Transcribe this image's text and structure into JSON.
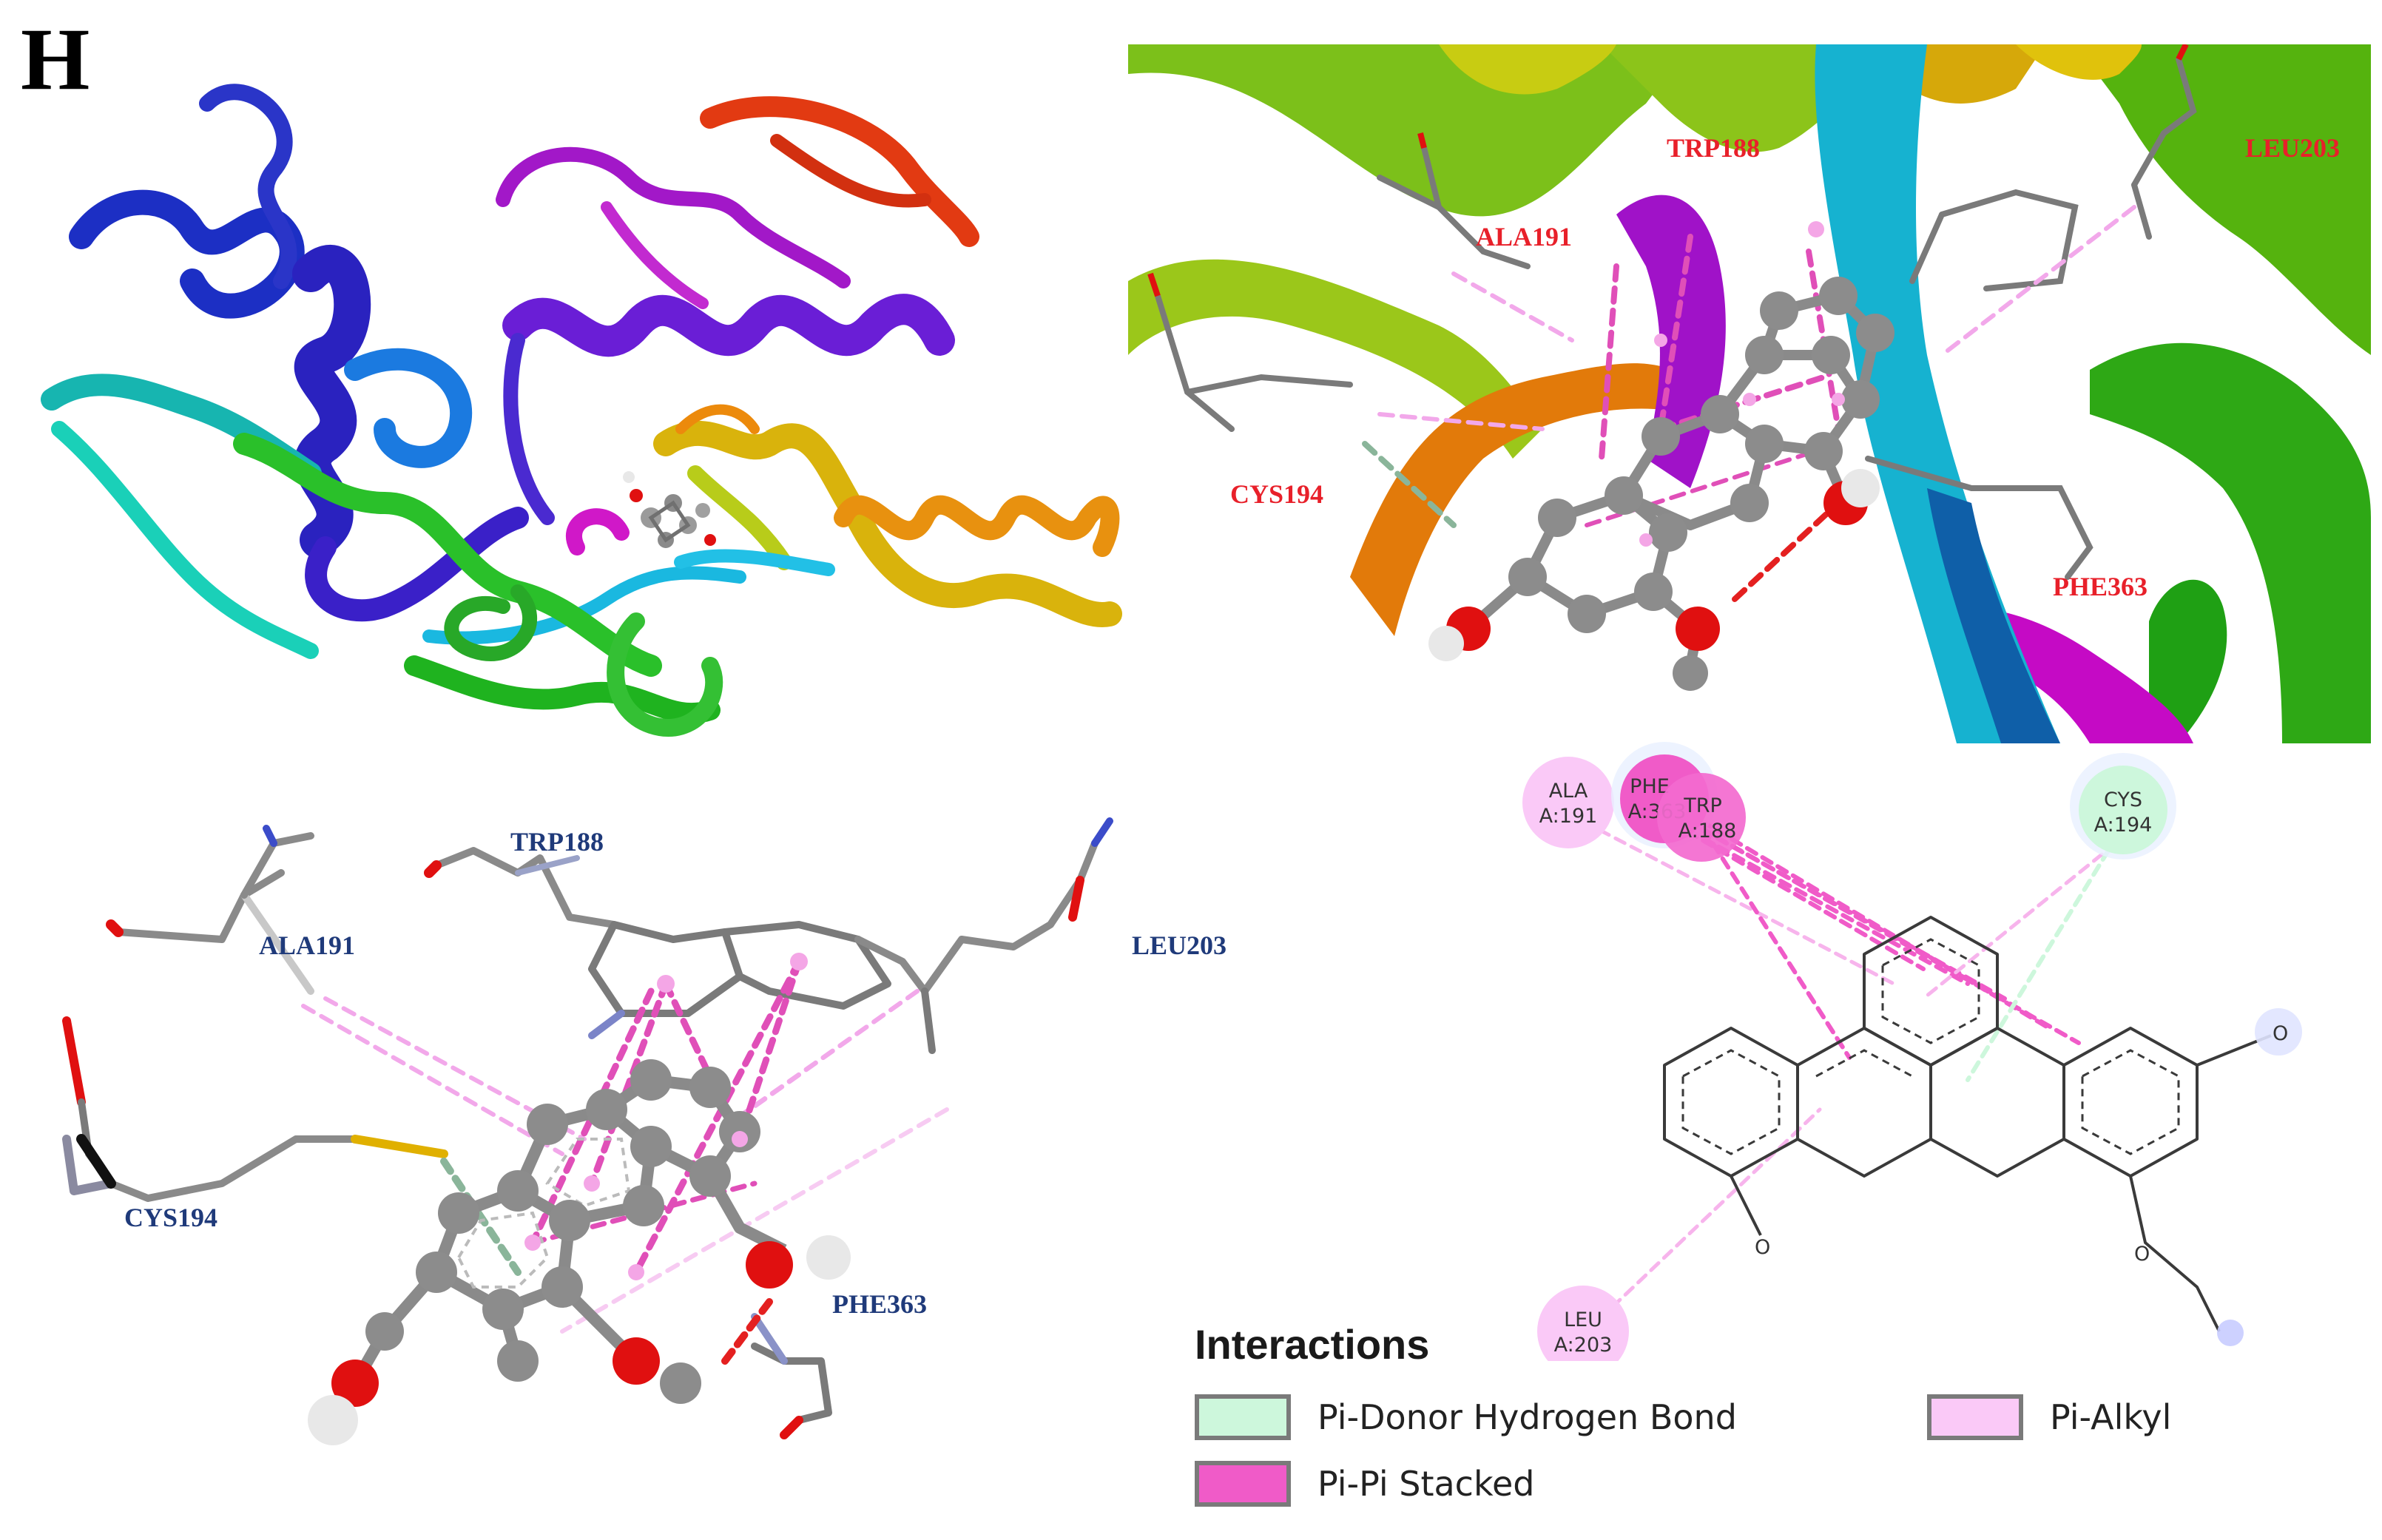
{
  "panel_letter": "H",
  "panels": {
    "overview": {},
    "closeup_3d": {
      "residues": [
        "TRP188",
        "ALA191",
        "LEU203",
        "CYS194",
        "PHE363"
      ]
    },
    "view_3d": {
      "residues": [
        "TRP188",
        "ALA191",
        "LEU203",
        "CYS194",
        "PHE363"
      ]
    },
    "diagram_2d": {
      "bubbles": [
        {
          "line1": "ALA",
          "line2": "A:191",
          "type": "Pi-Alkyl"
        },
        {
          "line1": "PHE",
          "line2": "A:363",
          "type": "Pi-Pi Stacked"
        },
        {
          "line1": "TRP",
          "line2": "A:188",
          "type": "Pi-Pi Stacked"
        },
        {
          "line1": "CYS",
          "line2": "A:194",
          "type": "Pi-Donor Hydrogen Bond"
        },
        {
          "line1": "LEU",
          "line2": "A:203",
          "type": "Pi-Alkyl"
        }
      ],
      "atoms": [
        "O",
        "O",
        "O"
      ]
    }
  },
  "legend": {
    "title": "Interactions",
    "items": [
      {
        "label": "Pi-Donor Hydrogen Bond",
        "color": "#cdf7dc"
      },
      {
        "label": "Pi-Alkyl",
        "color": "#fac9f7"
      },
      {
        "label": "Pi-Pi Stacked",
        "color": "#f05bc8"
      }
    ]
  },
  "colors": {
    "protein_blue": "#1c2fc4",
    "protein_green": "#21b821",
    "protein_purple": "#7a1ed6",
    "protein_orange": "#e08b12",
    "protein_red": "#e5360f",
    "ligand_carbon": "#808080",
    "oxygen": "#e01010",
    "residue_label_3d": "#e8202a",
    "residue_label_2d": "#1f3a7a"
  }
}
